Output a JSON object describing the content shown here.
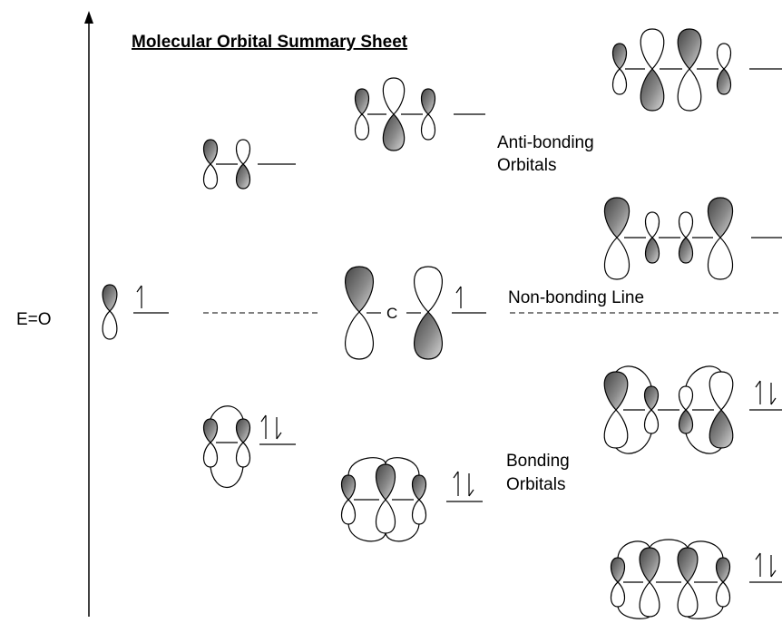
{
  "diagram": {
    "title": "Molecular Orbital Summary Sheet",
    "axis_label": "E=O",
    "labels": {
      "antibonding_line1": "Anti-bonding",
      "antibonding_line2": "Orbitals",
      "nonbonding": "Non-bonding Line",
      "bonding_line1": "Bonding",
      "bonding_line2": "Orbitals"
    },
    "central_atom": "C",
    "colors": {
      "ink": "#000000",
      "shade": "#6e6e6e",
      "light": "#ffffff"
    }
  }
}
